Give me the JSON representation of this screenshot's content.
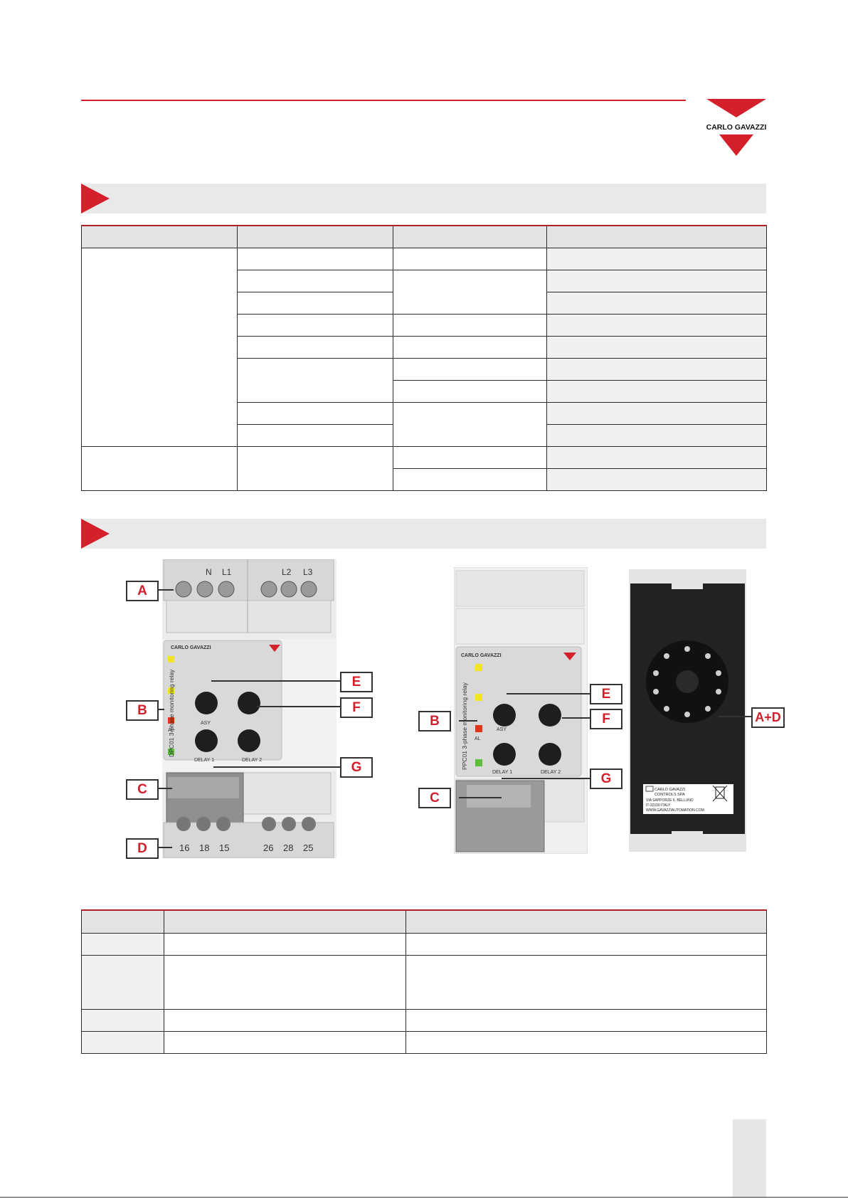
{
  "brand": {
    "logo_text": "CARLO GAVAZZI",
    "color": "#d4202b"
  },
  "sections": [
    {
      "title": ""
    },
    {
      "title": ""
    }
  ],
  "table1": {
    "headers": [
      "",
      "",
      "",
      ""
    ],
    "rows": [
      [
        "",
        "",
        "",
        ""
      ],
      [
        "",
        "",
        ""
      ],
      [
        "",
        ""
      ],
      [
        "",
        "",
        ""
      ],
      [
        "",
        "",
        ""
      ],
      [
        "",
        "",
        ""
      ],
      [
        "",
        ""
      ],
      [
        "",
        "",
        ""
      ],
      [
        "",
        ""
      ],
      [
        "",
        "",
        ""
      ],
      [
        "",
        ""
      ]
    ]
  },
  "figure": {
    "device1": {
      "top_terminals": [
        "N",
        "L1",
        "L2",
        "L3"
      ],
      "bottom_terminals": [
        "16",
        "18",
        "15",
        "26",
        "28",
        "25"
      ],
      "brand_text": "CARLO GAVAZZI",
      "model_text": "DPC01 3-phase monitoring relay",
      "led_labels": [
        "AL"
      ],
      "knob_labels": [
        "ASY",
        "DELAY 1",
        "DELAY 2"
      ]
    },
    "device2": {
      "brand_text": "CARLO GAVAZZI",
      "model_text": "PPC01 3-phase monitoring relay",
      "led_labels": [
        "AL"
      ],
      "knob_labels": [
        "ASY",
        "DELAY 1",
        "DELAY 2"
      ]
    },
    "device3": {
      "label_lines": [
        "CARLO GAVAZZI",
        "CONTROLS SPA",
        "VIA SAPPORZE 6, BELLUNO",
        "IT-32100 ITALY",
        "WWW.GAVAZZIAUTOMATION.COM"
      ]
    },
    "callouts": {
      "a": "A",
      "b": "B",
      "c": "C",
      "d": "D",
      "e": "E",
      "f": "F",
      "g": "G",
      "ad": "A+D"
    }
  },
  "table2": {
    "headers": [
      "",
      "",
      ""
    ],
    "rows": [
      [
        "",
        "",
        ""
      ],
      [
        "",
        "",
        ""
      ],
      [
        "",
        "",
        ""
      ],
      [
        "",
        "",
        ""
      ]
    ]
  }
}
